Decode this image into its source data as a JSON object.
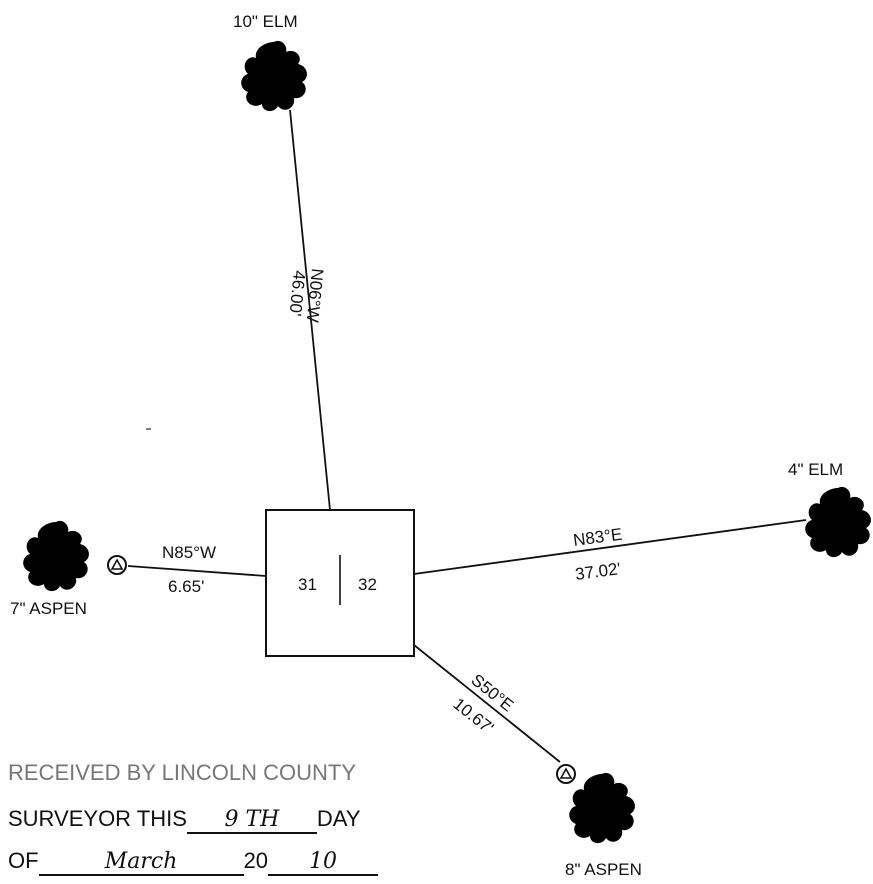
{
  "corner": {
    "section_left": "31",
    "section_right": "32"
  },
  "trees": [
    {
      "id": "t1",
      "label": "10\" ELM",
      "icon": "tree-icon"
    },
    {
      "id": "t2",
      "label": "4\" ELM",
      "icon": "tree-icon"
    },
    {
      "id": "t3",
      "label": "7\" ASPEN",
      "icon": "tree-icon"
    },
    {
      "id": "t4",
      "label": "8\" ASPEN",
      "icon": "tree-icon"
    }
  ],
  "ties": [
    {
      "bearing": "N06°W",
      "distance": "46.00'"
    },
    {
      "bearing": "N83°E",
      "distance": "37.02'"
    },
    {
      "bearing": "N85°W",
      "distance": "6.65'"
    },
    {
      "bearing": "S50°E",
      "distance": "10.67'"
    }
  ],
  "certificate": {
    "line1": "RECEIVED BY LINCOLN COUNTY",
    "line2_prefix": "SURVEYOR THIS",
    "line2_day": "9 TH",
    "line2_suffix": "DAY",
    "line3_prefix": "OF",
    "line3_month": "March",
    "line3_year_prefix": "20",
    "line3_year": "10"
  },
  "marker_icon": "triangle-in-circle-icon"
}
